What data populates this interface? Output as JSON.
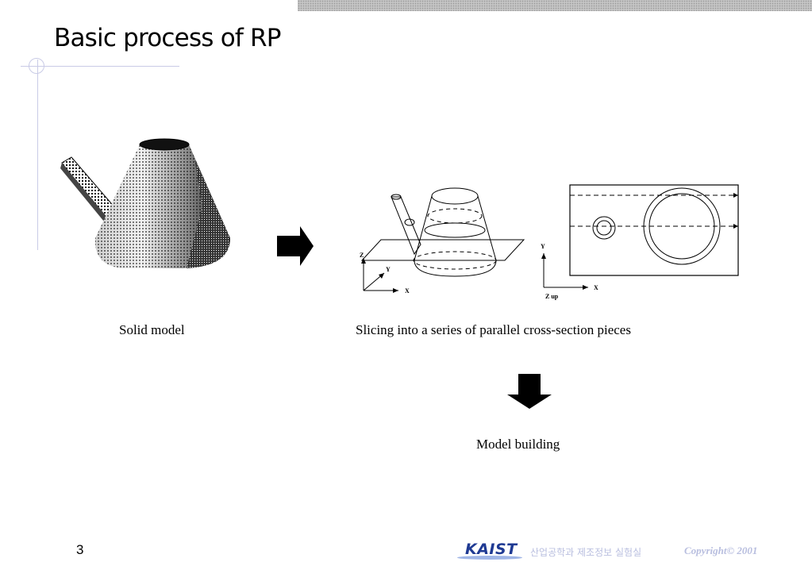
{
  "slide": {
    "title": "Basic process of RP",
    "page_number": "3"
  },
  "figures": {
    "solid_model_caption": "Solid model",
    "slicing_caption": "Slicing into a series of parallel cross-section pieces",
    "building_caption": "Model building",
    "axis_labels": {
      "z": "Z",
      "y": "Y",
      "x": "X",
      "z_up": "Z up"
    }
  },
  "footer": {
    "logo": "KAIST",
    "lab": "산업공학과 제조정보 실험실",
    "copyright": "Copyright© 2001"
  }
}
